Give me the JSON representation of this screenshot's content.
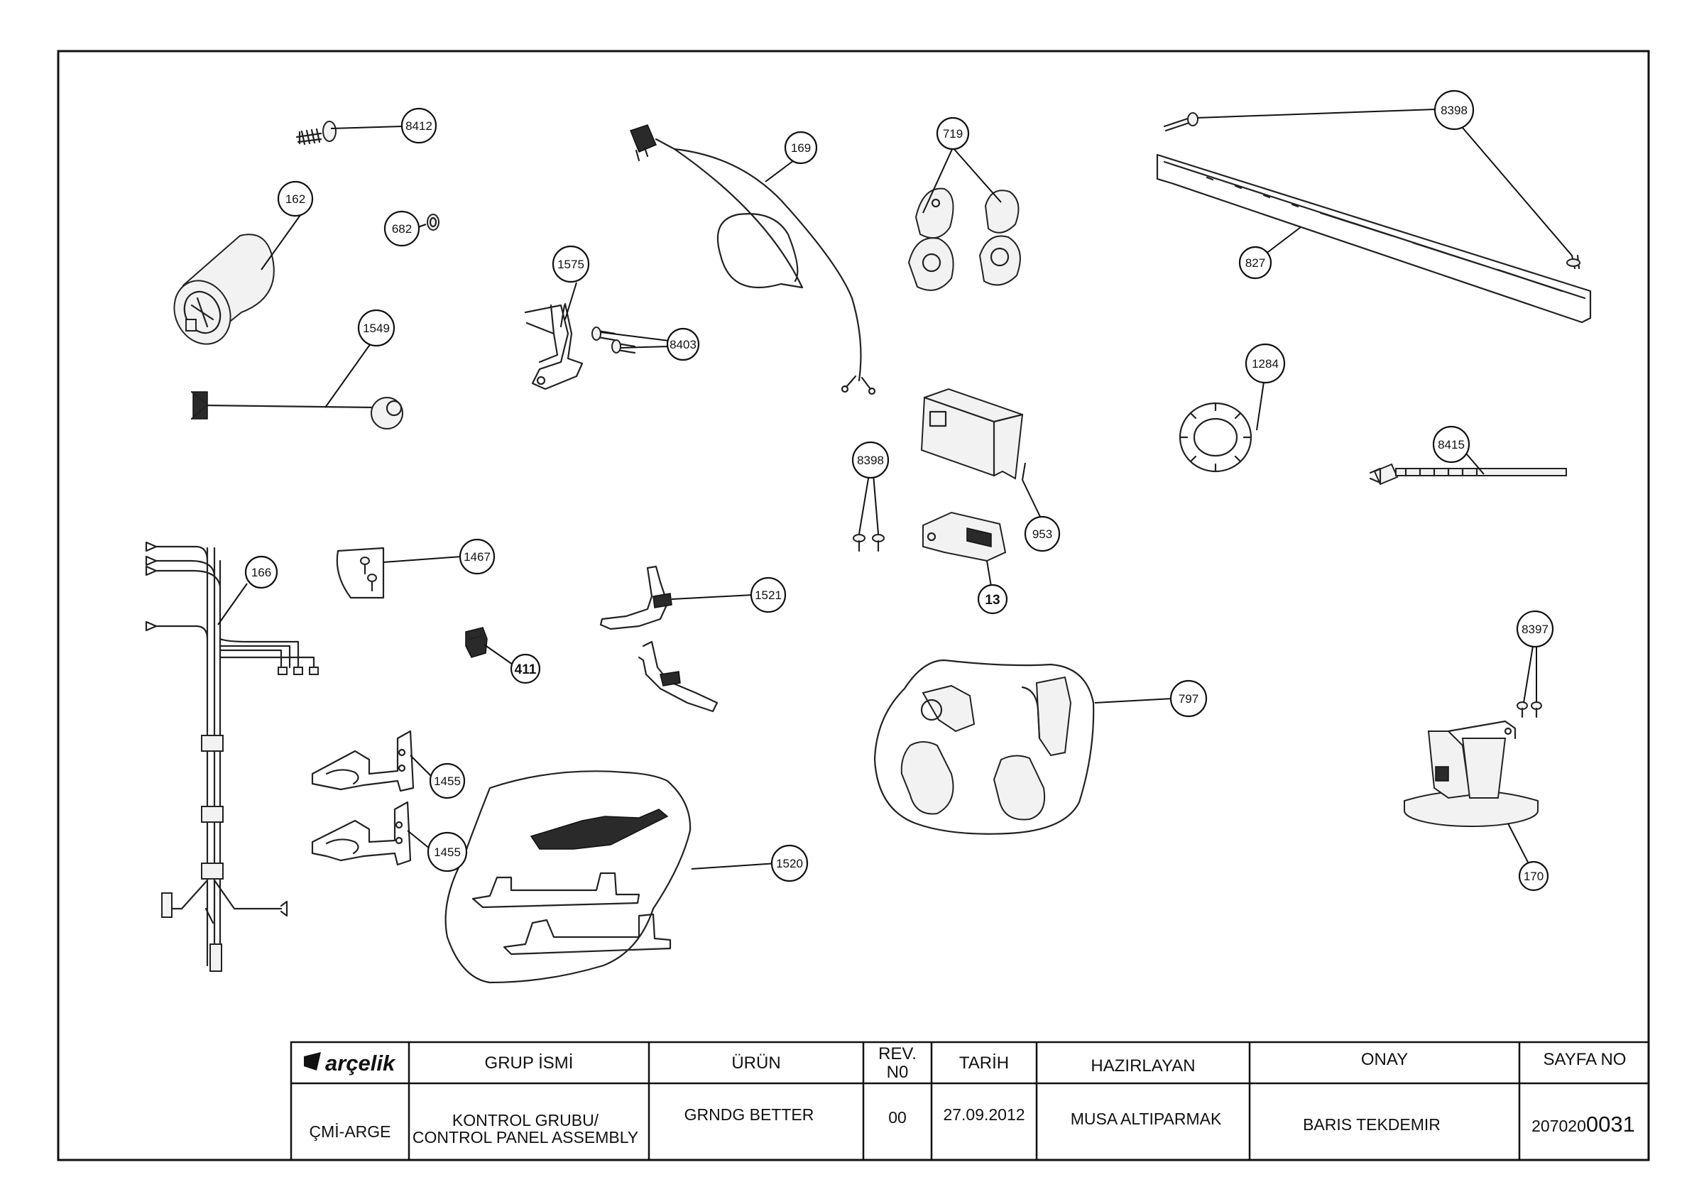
{
  "balloons": {
    "b8412": "8412",
    "b162": "162",
    "b682": "682",
    "b1549": "1549",
    "b1575": "1575",
    "b8403": "8403",
    "b169": "169",
    "b719": "719",
    "b8398a": "8398",
    "b827": "827",
    "b1284": "1284",
    "b8415": "8415",
    "b8398b": "8398",
    "b953": "953",
    "b13": "13",
    "b166": "166",
    "b1467": "1467",
    "b1521": "1521",
    "b411": "411",
    "b1455a": "1455",
    "b1455b": "1455",
    "b1520": "1520",
    "b797": "797",
    "b8397": "8397",
    "b170": "170"
  },
  "title_block": {
    "logo_text": "arçelik",
    "headers": {
      "group_name": "GRUP İSMİ",
      "product": "ÜRÜN",
      "rev_line1": "REV.",
      "rev_line2": "N0",
      "date": "TARİH",
      "prepared_by": "HAZIRLAYAN",
      "approval": "ONAY",
      "page_no": "SAYFA NO"
    },
    "values": {
      "department": "ÇMİ-ARGE",
      "group_line1": "KONTROL GRUBU/",
      "group_line2": "CONTROL PANEL ASSEMBLY",
      "product": "GRNDG BETTER",
      "rev": "00",
      "date": "27.09.2012",
      "prepared_by": "MUSA ALTIPARMAK",
      "approval": "BARIS TEKDEMIR",
      "page_no_small": "207020",
      "page_no_large": "0031"
    }
  }
}
